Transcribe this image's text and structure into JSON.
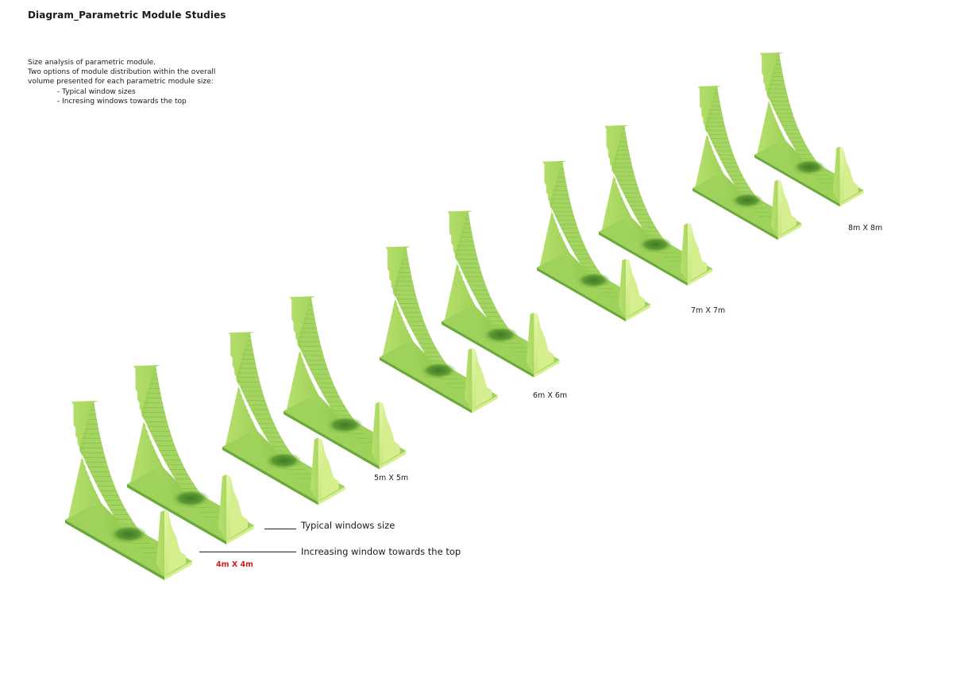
{
  "title": "Diagram_Parametric Module Studies",
  "description": {
    "lines": [
      "Size analysis of parametric module.",
      "Two options of module distribution within the overall",
      "volume presented for each parametric module size:"
    ],
    "bullets": [
      "- Typical window sizes",
      "- Incresing windows towards the top"
    ]
  },
  "legend": {
    "typical": "Typical windows size",
    "increasing": "Increasing window towards the top"
  },
  "colors": {
    "highlight_label": "#d11f1f",
    "model_light": "#d6ef8e",
    "model_mid": "#9fd25a",
    "model_dark": "#6aa83a",
    "model_shadow": "#3f7a25"
  },
  "sizes": [
    {
      "label": "4m X 4m",
      "highlight": true
    },
    {
      "label": "5m X 5m",
      "highlight": false
    },
    {
      "label": "6m X 6m",
      "highlight": false
    },
    {
      "label": "7m X 7m",
      "highlight": false
    },
    {
      "label": "8m X 8m",
      "highlight": false
    }
  ]
}
